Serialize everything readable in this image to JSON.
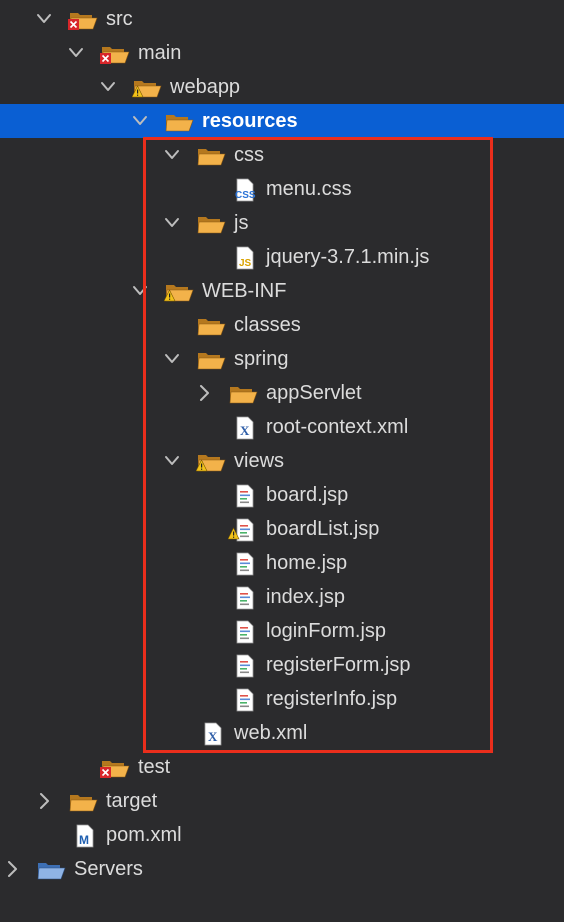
{
  "tree": [
    {
      "label": "src",
      "icon": "folder-error-icon",
      "expanded": true,
      "level": 0,
      "chevron": true
    },
    {
      "label": "main",
      "icon": "folder-error-icon",
      "expanded": true,
      "level": 1,
      "chevron": true
    },
    {
      "label": "webapp",
      "icon": "folder-warning-icon",
      "expanded": true,
      "level": 2,
      "chevron": true
    },
    {
      "label": "resources",
      "icon": "folder-open-icon",
      "expanded": true,
      "level": 3,
      "chevron": true,
      "selected": true
    },
    {
      "label": "css",
      "icon": "folder-open-icon",
      "expanded": true,
      "level": 4,
      "chevron": true
    },
    {
      "label": "menu.css",
      "icon": "css-file-icon",
      "level": 5,
      "chevron": false
    },
    {
      "label": "js",
      "icon": "folder-open-icon",
      "expanded": true,
      "level": 4,
      "chevron": true
    },
    {
      "label": "jquery-3.7.1.min.js",
      "icon": "js-file-icon",
      "level": 5,
      "chevron": false
    },
    {
      "label": "WEB-INF",
      "icon": "folder-warning-icon",
      "expanded": true,
      "level": 3,
      "chevron": true
    },
    {
      "label": "classes",
      "icon": "folder-open-icon",
      "level": 4,
      "chevron": false
    },
    {
      "label": "spring",
      "icon": "folder-open-icon",
      "expanded": true,
      "level": 4,
      "chevron": true
    },
    {
      "label": "appServlet",
      "icon": "folder-open-icon",
      "expanded": false,
      "level": 5,
      "chevron": true
    },
    {
      "label": "root-context.xml",
      "icon": "xml-file-icon",
      "level": 5,
      "chevron": false
    },
    {
      "label": "views",
      "icon": "folder-warning-icon",
      "expanded": true,
      "level": 4,
      "chevron": true
    },
    {
      "label": "board.jsp",
      "icon": "jsp-file-icon",
      "level": 5,
      "chevron": false
    },
    {
      "label": "boardList.jsp",
      "icon": "jsp-file-warning-icon",
      "level": 5,
      "chevron": false
    },
    {
      "label": "home.jsp",
      "icon": "jsp-file-icon",
      "level": 5,
      "chevron": false
    },
    {
      "label": "index.jsp",
      "icon": "jsp-file-icon",
      "level": 5,
      "chevron": false
    },
    {
      "label": "loginForm.jsp",
      "icon": "jsp-file-icon",
      "level": 5,
      "chevron": false
    },
    {
      "label": "registerForm.jsp",
      "icon": "jsp-file-icon",
      "level": 5,
      "chevron": false
    },
    {
      "label": "registerInfo.jsp",
      "icon": "jsp-file-icon",
      "level": 5,
      "chevron": false
    },
    {
      "label": "web.xml",
      "icon": "xml-file-icon",
      "level": 4,
      "chevron": false
    },
    {
      "label": "test",
      "icon": "folder-error-icon",
      "level": 1,
      "chevron": false
    },
    {
      "label": "target",
      "icon": "folder-open-icon",
      "expanded": false,
      "level": 0,
      "chevron": true
    },
    {
      "label": "pom.xml",
      "icon": "maven-file-icon",
      "level": 0,
      "chevron": false
    },
    {
      "label": "Servers",
      "icon": "servers-folder-icon",
      "expanded": false,
      "level": -1,
      "chevron": true
    }
  ],
  "colors": {
    "background": "#2b2b2d",
    "selection": "#0a5fd3",
    "highlight_box": "#ea2e1c",
    "folder": "#e9a23b"
  }
}
